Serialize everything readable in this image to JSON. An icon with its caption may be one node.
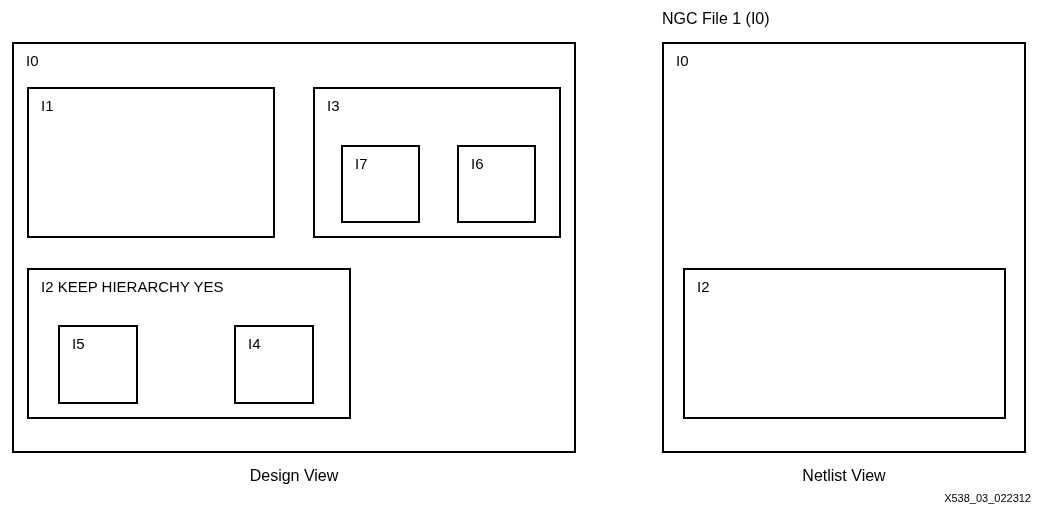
{
  "diagram": {
    "nodes": [
      {
        "text": [
          "I0"
        ],
        "beside": [
          "Design View"
        ]
      },
      {
        "text": [
          "I1"
        ],
        "in": 0
      },
      {
        "text": [
          "I3"
        ],
        "in": 0
      },
      {
        "text": [
          "I7"
        ],
        "in": 2
      },
      {
        "text": [
          "I6"
        ],
        "in": 2
      },
      {
        "text": [
          "I2 KEEP HIERARCHY YES"
        ],
        "in": 0
      },
      {
        "text": [
          "I5"
        ],
        "in": 5
      },
      {
        "text": [
          "I4"
        ],
        "in": 5
      },
      {
        "text": [
          "NGC File 1 (I0)",
          "I0"
        ],
        "beside": [
          "Netlist View"
        ]
      },
      {
        "text": [
          "I2"
        ],
        "in": 8
      }
    ],
    "labels": [
      "X538_03_022312"
    ]
  }
}
